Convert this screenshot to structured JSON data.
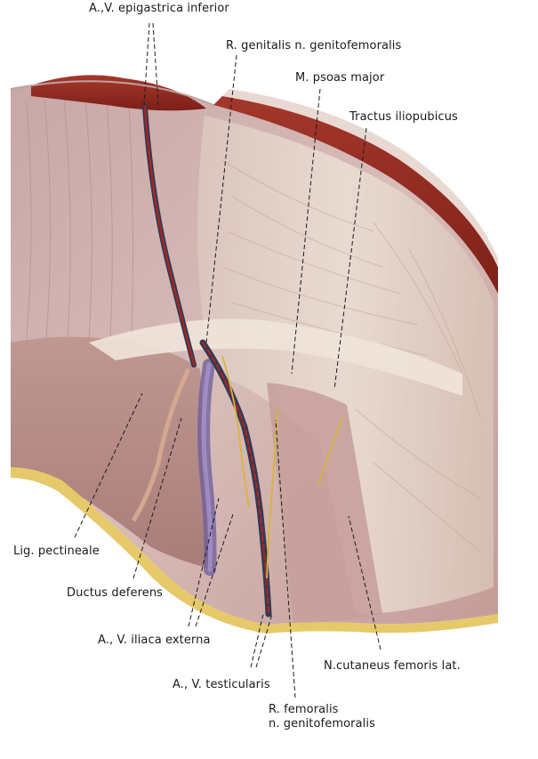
{
  "figure": {
    "labels": {
      "epigastrica": "A.,V. epigastrica  inferior",
      "genitalis": "R. genitalis n. genitofemoralis",
      "psoas": "M. psoas major",
      "iliopubicus": "Tractus iliopubicus",
      "pectineale": "Lig. pectineale",
      "deferens": "Ductus deferens",
      "iliaca": "A., V. iliaca externa",
      "cutaneus": "N.cutaneus femoris lat.",
      "testicularis": "A., V. testicularis",
      "femoralis_line1": "R. femoralis",
      "femoralis_line2": "n. genitofemoralis"
    },
    "colors": {
      "muscle_red": "#8e2a22",
      "tissue_pink": "#c9a3a0",
      "fascia_light": "#e4d6cc",
      "fat_yellow": "#e8cf72",
      "artery_red": "#a8261c",
      "vein_blue": "#2e3a5a",
      "nerve_yellow": "#d9b43c"
    }
  }
}
